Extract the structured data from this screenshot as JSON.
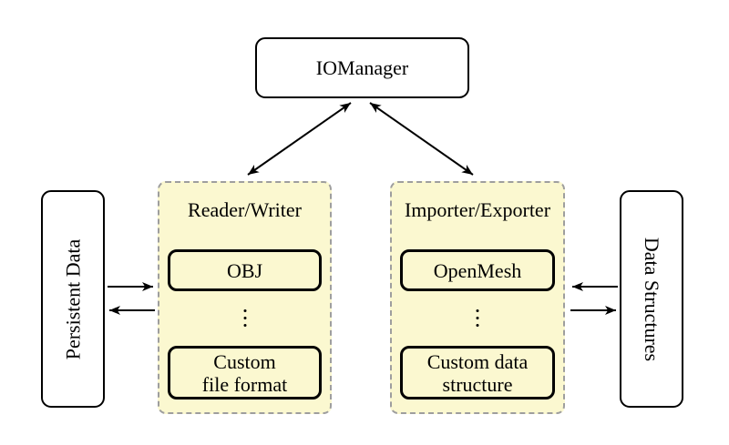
{
  "diagram": {
    "colors": {
      "background": "#ffffff",
      "group_fill": "#fbf8d0",
      "group_border": "#9e9e9e",
      "node_fill": "#ffffff",
      "node_border": "#000000",
      "arrow": "#000000"
    },
    "nodes": {
      "iomanager": {
        "label": "IOManager"
      },
      "persistent_data": {
        "label": "Persistent Data"
      },
      "data_structures": {
        "label": "Data Structures"
      },
      "reader_writer": {
        "title": "Reader/Writer",
        "item_top": "OBJ",
        "more_icon": "vertical-ellipsis",
        "item_bottom_line1": "Custom",
        "item_bottom_line2": "file format"
      },
      "importer_exporter": {
        "title": "Importer/Exporter",
        "item_top": "OpenMesh",
        "more_icon": "vertical-ellipsis",
        "item_bottom_line1": "Custom data",
        "item_bottom_line2": "structure"
      }
    },
    "edges": [
      {
        "from": "IOManager",
        "to": "Reader/Writer",
        "style": "double-arrow"
      },
      {
        "from": "IOManager",
        "to": "Importer/Exporter",
        "style": "double-arrow"
      },
      {
        "from": "Persistent Data",
        "to": "Reader/Writer",
        "style": "arrow"
      },
      {
        "from": "Reader/Writer",
        "to": "Persistent Data",
        "style": "arrow"
      },
      {
        "from": "Importer/Exporter",
        "to": "Data Structures",
        "style": "arrow"
      },
      {
        "from": "Data Structures",
        "to": "Importer/Exporter",
        "style": "arrow"
      }
    ]
  }
}
